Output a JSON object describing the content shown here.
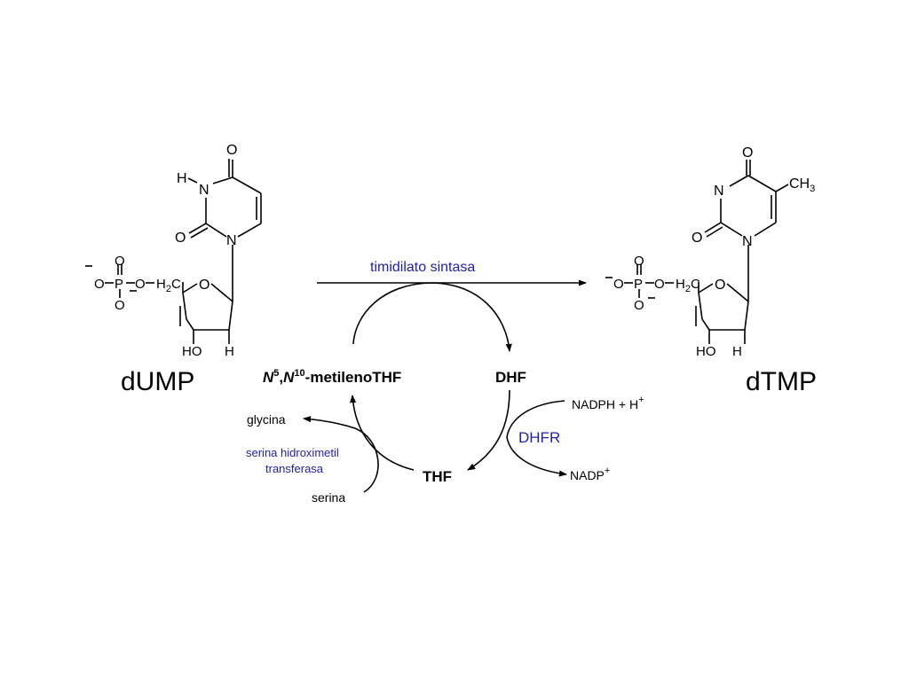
{
  "molecules": {
    "left": {
      "name": "dUMP",
      "atoms": {
        "o_top": "O",
        "h": "H",
        "n1": "N",
        "o_left": "O",
        "n2": "N",
        "o_ring": "O",
        "phos": "P",
        "ch2": "H",
        "ch2_sub": "2",
        "ch2_c": "C",
        "ho": "HO",
        "h_bottom": "H"
      },
      "phosphate_o": "O"
    },
    "right": {
      "name": "dTMP",
      "atoms": {
        "o_top": "O",
        "n1": "N",
        "o_left": "O",
        "n2": "N",
        "ch3": "CH",
        "ch3_sub": "3",
        "o_ring": "O",
        "phos": "P",
        "ch2": "H",
        "ch2_sub": "2",
        "ch2_c": "C",
        "ho": "HO",
        "h_bottom": "H"
      },
      "phosphate_o": "O"
    }
  },
  "enzymes": {
    "main": "timidilato sintasa",
    "dhfr": "DHFR",
    "shmt_line1": "serina hidroximetil",
    "shmt_line2": "transferasa"
  },
  "metabolites": {
    "methylene_thf_n1": "N",
    "methylene_thf_sup1": "5",
    "methylene_thf_comma": ",",
    "methylene_thf_n2": "N",
    "methylene_thf_sup2": "10",
    "methylene_thf_rest": "-metilenoTHF",
    "dhf": "DHF",
    "thf": "THF",
    "nadph": "NADPH + H",
    "nadph_sup": "+",
    "nadp": "NADP",
    "nadp_sup": "+",
    "glycina": "glycina",
    "serina": "serina"
  },
  "colors": {
    "enzyme_text": "#2222aa",
    "ink": "#000000"
  }
}
